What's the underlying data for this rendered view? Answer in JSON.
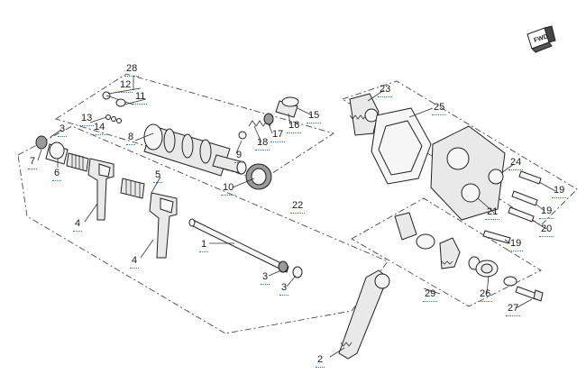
{
  "diagram": {
    "orientation_badge": "FWD",
    "callouts": [
      {
        "id": "c28",
        "text": "28"
      },
      {
        "id": "c12",
        "text": "12"
      },
      {
        "id": "c11",
        "text": "11"
      },
      {
        "id": "c13",
        "text": "13"
      },
      {
        "id": "c14",
        "text": "14"
      },
      {
        "id": "c3a",
        "text": "3"
      },
      {
        "id": "c8",
        "text": "8"
      },
      {
        "id": "c7",
        "text": "7"
      },
      {
        "id": "c6",
        "text": "6"
      },
      {
        "id": "c5",
        "text": "5"
      },
      {
        "id": "c4a",
        "text": "4"
      },
      {
        "id": "c4b",
        "text": "4"
      },
      {
        "id": "c1",
        "text": "1"
      },
      {
        "id": "c3b",
        "text": "3"
      },
      {
        "id": "c3c",
        "text": "3"
      },
      {
        "id": "c2",
        "text": "2"
      },
      {
        "id": "c22",
        "text": "22"
      },
      {
        "id": "c10",
        "text": "10"
      },
      {
        "id": "c9",
        "text": "9"
      },
      {
        "id": "c18",
        "text": "18"
      },
      {
        "id": "c17",
        "text": "17"
      },
      {
        "id": "c16",
        "text": "16"
      },
      {
        "id": "c15",
        "text": "15"
      },
      {
        "id": "c23",
        "text": "23"
      },
      {
        "id": "c25",
        "text": "25"
      },
      {
        "id": "c24",
        "text": "24"
      },
      {
        "id": "c19a",
        "text": "19"
      },
      {
        "id": "c19b",
        "text": "19"
      },
      {
        "id": "c21",
        "text": "21"
      },
      {
        "id": "c20",
        "text": "20"
      },
      {
        "id": "c19c",
        "text": "19"
      },
      {
        "id": "c29",
        "text": "29"
      },
      {
        "id": "c26",
        "text": "26"
      },
      {
        "id": "c27",
        "text": "27"
      }
    ]
  }
}
